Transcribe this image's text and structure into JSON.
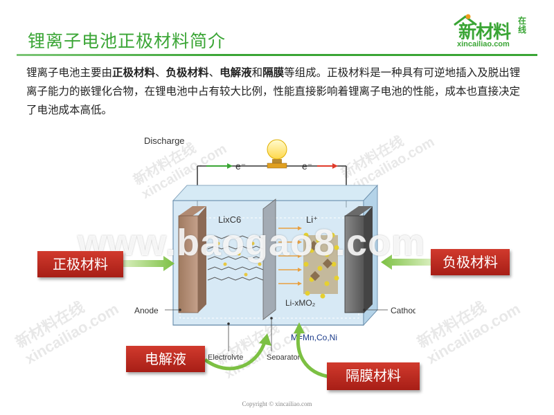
{
  "header": {
    "title": "锂离子电池正极材料简介",
    "logo_main": "新材料",
    "logo_side": "在线",
    "logo_url": "xincailiao.com"
  },
  "intro": {
    "t1": "锂离子电池主要由",
    "b1": "正极材料",
    "t2": "、",
    "b2": "负极材料",
    "t3": "、",
    "b3": "电解液",
    "t4": "和",
    "b4": "隔膜",
    "t5": "等组成。正极材料是一种具有可逆地插入及脱出锂离子能力的嵌锂化合物，在锂电池中占有较大比例，性能直接影响着锂离子电池的性能，成本也直接决定了电池成本高低。"
  },
  "diagram": {
    "discharge": "Discharge",
    "electron_left": "e⁻",
    "electron_right": "e⁻",
    "anode_material": "LixC6",
    "li_ion": "Li⁺",
    "cathode_material": "Li-xMO₂",
    "anode": "Anode",
    "cathode": "Cathode",
    "electrolyte": "Electrolyte",
    "separator": "Separator",
    "metals": "M=Mn,Co,Ni"
  },
  "callouts": {
    "positive": "正极材料",
    "negative": "负极材料",
    "electrolyte": "电解液",
    "separator": "隔膜材料"
  },
  "watermarks": {
    "big": "www.baogao8.com",
    "brand": "新材料在线",
    "url": "xincailiao.com"
  },
  "footer": {
    "copyright": "Copyright © xincailiao.com"
  }
}
